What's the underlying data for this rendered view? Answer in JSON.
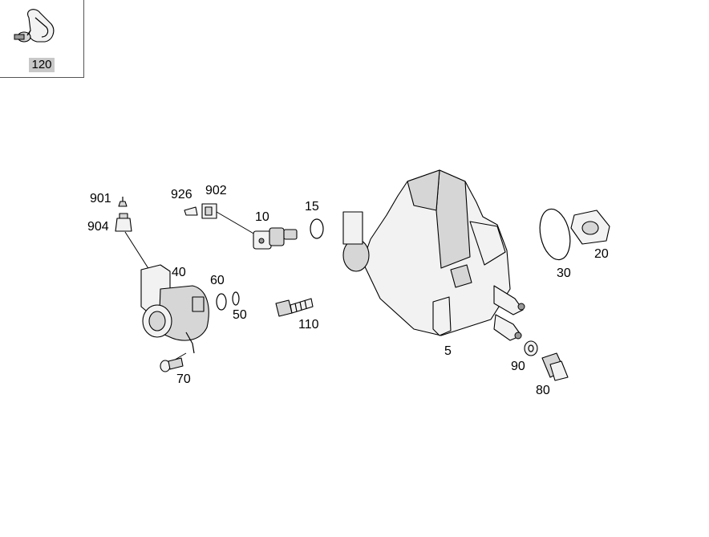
{
  "inset": {
    "label": "120",
    "icon": "hose-clamp-icon"
  },
  "callouts": {
    "p5": "5",
    "p10": "10",
    "p15": "15",
    "p20": "20",
    "p30": "30",
    "p40": "40",
    "p50": "50",
    "p60": "60",
    "p70": "70",
    "p80": "80",
    "p90": "90",
    "p110": "110",
    "p901": "901",
    "p902": "902",
    "p904": "904",
    "p926": "926"
  },
  "colors": {
    "label_background": "#c8c8c8",
    "part_fill": "#d6d6d6",
    "line": "#000000"
  }
}
